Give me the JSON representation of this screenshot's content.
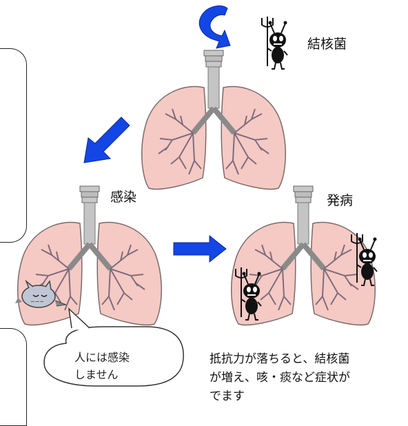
{
  "labels": {
    "tuberculosis_bacteria": "結核菌",
    "infection": "感染",
    "disease_onset": "発病"
  },
  "speech_bubble": {
    "line1": "人には感染",
    "line2": "しません"
  },
  "note": {
    "line1": "抵抗力が落ちると、結核菌",
    "line2": "が増え、咳・痰など症状が",
    "line3": "でます"
  },
  "colors": {
    "lung_fill": "#f5c9c4",
    "lung_stroke": "#7a6a6a",
    "trachea": "#c8c8c8",
    "arrow_blue": "#1446e6",
    "bronchi": "#7e6c7c"
  }
}
